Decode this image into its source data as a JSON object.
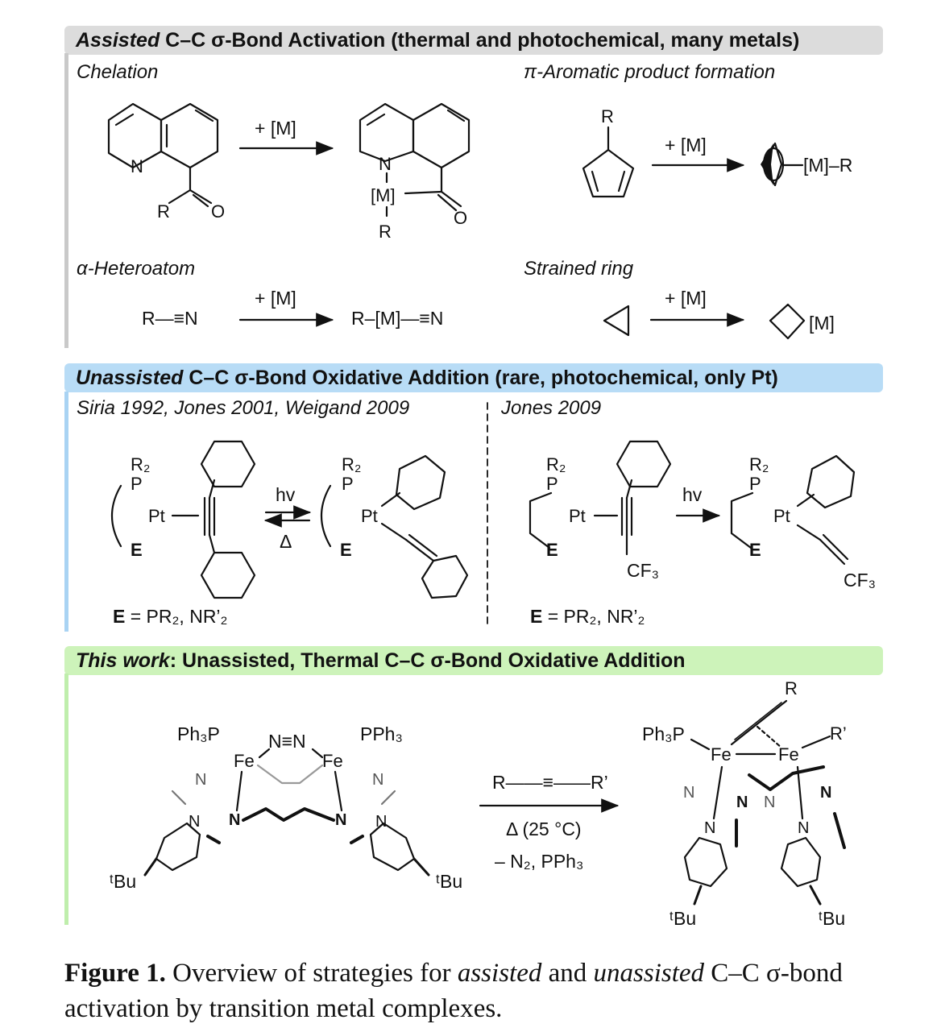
{
  "sections": [
    {
      "title_em": "Assisted",
      "title_rest": " C–C σ-Bond Activation (thermal and photochemical, many metals)",
      "color": "#dcdcdc"
    },
    {
      "title_em": "Unassisted",
      "title_rest": " C–C σ-Bond Oxidative Addition (rare, photochemical, only Pt)",
      "color": "#b8dcf6"
    },
    {
      "title_em": "This work",
      "title_rest": ": Unassisted, Thermal C–C σ-Bond Oxidative Addition",
      "color": "#cdf3ba"
    }
  ],
  "subheads": {
    "chelation": "Chelation",
    "pi_aromatic": "π-Aromatic product formation",
    "alpha_hetero": "α-Heteroatom",
    "strained": "Strained ring",
    "pt_refs": "Siria 1992, Jones 2001, Weigand 2009",
    "jones2009": "Jones 2009"
  },
  "labels": {
    "plus_m": "+ [M]",
    "hv": "hv",
    "delta": "Δ",
    "e_def_bold": "E",
    "e_def_rest": " = PR₂, NR’₂",
    "alkyne": "R——≡——R’",
    "cond1": "Δ (25 °C)",
    "cond2": "– N₂, PPh₃",
    "r_cn": "R—≡N",
    "r_m_cn": "R–[M]—≡N",
    "m_r": "[M]–R",
    "m": "[M]",
    "cf3": "CF₃",
    "ph3p": "Ph₃P",
    "pph3": "PPh₃",
    "n2": "N≡N",
    "tbu": "ᵗBu"
  },
  "caption": {
    "bold": "Figure 1.",
    "text1": " Overview of strategies for ",
    "em1": "assisted",
    "text2": " and ",
    "em2": "unassisted",
    "text3": " C–C σ-bond activation by transition metal complexes."
  }
}
